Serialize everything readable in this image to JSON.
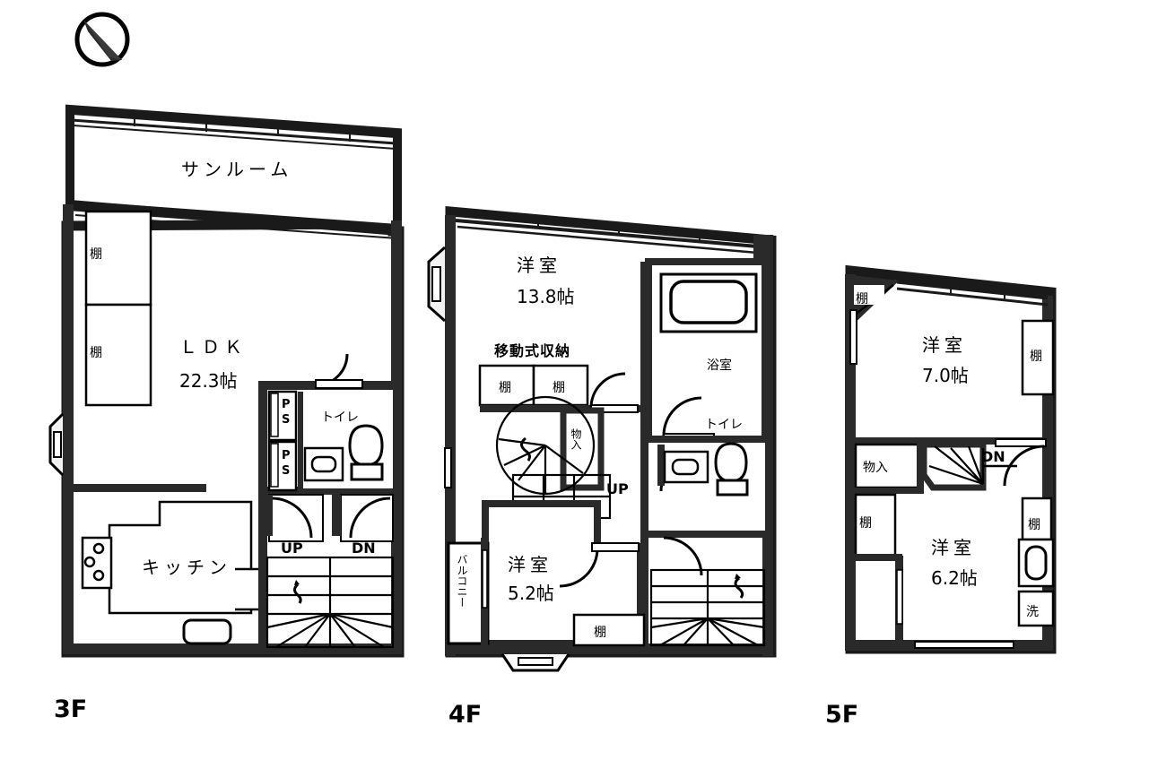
{
  "document": {
    "type": "floor-plan",
    "title": "3F / 4F / 5F residential floor plan",
    "background_color": "#ffffff",
    "line_color": "#000000"
  },
  "compass": {
    "name": "north-arrow",
    "direction": "north-upper-left",
    "shape": "circle-with-needle"
  },
  "floors": [
    {
      "id": "3F",
      "label": "3F",
      "rooms": [
        {
          "name": "サンルーム",
          "size": "",
          "id": "sunroom"
        },
        {
          "name": "ＬＤＫ",
          "size": "22.3帖",
          "id": "ldk"
        },
        {
          "name": "キッチン",
          "size": "",
          "id": "kitchen"
        },
        {
          "name": "トイレ",
          "size": "",
          "id": "toilet"
        }
      ],
      "annotations": [
        {
          "text": "棚",
          "id": "shelf-upper-left"
        },
        {
          "text": "棚",
          "id": "shelf-lower-left"
        },
        {
          "text": "P",
          "id": "ps-1-p"
        },
        {
          "text": "S",
          "id": "ps-1-s"
        },
        {
          "text": "P",
          "id": "ps-2-p"
        },
        {
          "text": "S",
          "id": "ps-2-s"
        },
        {
          "text": "UP",
          "id": "stair-up"
        },
        {
          "text": "DN",
          "id": "stair-dn"
        }
      ]
    },
    {
      "id": "4F",
      "label": "4F",
      "rooms": [
        {
          "name": "洋室",
          "size": "13.8帖",
          "id": "western-room-large"
        },
        {
          "name": "洋室",
          "size": "5.2帖",
          "id": "western-room-small"
        },
        {
          "name": "浴室",
          "size": "",
          "id": "bathroom"
        },
        {
          "name": "トイレ",
          "size": "",
          "id": "toilet"
        }
      ],
      "annotations": [
        {
          "text": "移動式収納",
          "id": "movable-storage"
        },
        {
          "text": "棚",
          "id": "shelf-a"
        },
        {
          "text": "棚",
          "id": "shelf-b"
        },
        {
          "text": "物入",
          "id": "closet"
        },
        {
          "text": "棚",
          "id": "shelf-c"
        },
        {
          "text": "バルコニー",
          "id": "balcony"
        },
        {
          "text": "UP",
          "id": "stair-up"
        }
      ]
    },
    {
      "id": "5F",
      "label": "5F",
      "rooms": [
        {
          "name": "洋室",
          "size": "7.0帖",
          "id": "western-room-upper"
        },
        {
          "name": "洋室",
          "size": "6.2帖",
          "id": "western-room-lower"
        }
      ],
      "annotations": [
        {
          "text": "棚",
          "id": "shelf-corner"
        },
        {
          "text": "棚",
          "id": "shelf-right-upper"
        },
        {
          "text": "物入",
          "id": "closet"
        },
        {
          "text": "棚",
          "id": "shelf-left"
        },
        {
          "text": "棚",
          "id": "shelf-right-lower"
        },
        {
          "text": "洗",
          "id": "laundry"
        },
        {
          "text": "DN",
          "id": "stair-dn"
        }
      ]
    }
  ]
}
